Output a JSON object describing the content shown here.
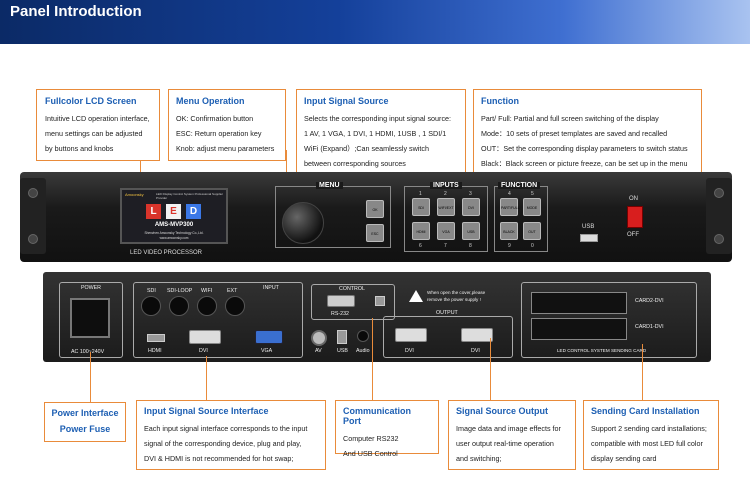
{
  "header": {
    "title": "Panel Introduction"
  },
  "callouts_top": [
    {
      "title": "Fullcolor LCD Screen",
      "lines": [
        "Intuitive LCD operation interface,",
        "menu settings can be adjusted",
        "by buttons and knobs"
      ]
    },
    {
      "title": "Menu Operation",
      "lines": [
        "OK: Confirmation button",
        "ESC: Return operation key",
        "Knob: adjust menu parameters"
      ]
    },
    {
      "title": "Input Signal Source",
      "lines": [
        "Selects the corresponding input signal source:",
        "1 AV, 1 VGA, 1 DVI, 1 HDMI, 1USB , 1 SDI/1",
        "WiFi (Expand）;Can seamlessly switch",
        "between corresponding sources"
      ]
    },
    {
      "title": "Function",
      "lines": [
        "Part/ Full: Partial and full screen switching of the display",
        "Mode：10 sets of preset templates are saved and recalled",
        "OUT：Set the corresponding display parameters to switch status",
        "Black：Black screen or picture freeze, can be set up in the menu"
      ]
    }
  ],
  "callouts_bottom": [
    {
      "lines": [
        "Power Interface",
        "Power Fuse"
      ]
    },
    {
      "title": "Input Signal Source Interface",
      "lines": [
        "Each input signal interface corresponds to the input",
        "signal of the corresponding device, plug and play,",
        "DVI & HDMI is not recommended for hot swap;"
      ]
    },
    {
      "title": "Communication Port",
      "lines": [
        "Computer RS232",
        "And USB Control"
      ]
    },
    {
      "title": "Signal Source Output",
      "lines": [
        "Image data and image effects for",
        "user output real-time operation",
        "and switching;"
      ]
    },
    {
      "title": "Sending Card Installation",
      "lines": [
        "Support 2 sending card installations;",
        "compatible with most LED full color",
        "display sending card"
      ]
    }
  ],
  "front_panel": {
    "lcd": {
      "brand": "Amoonsky",
      "subtitle": "LED Display Control System Professional Supplier Provider",
      "led_letters": [
        "L",
        "E",
        "D"
      ],
      "led_colors": [
        "#d9342b",
        "#f2f2f2",
        "#3b78e7"
      ],
      "model": "AMS-MVP300",
      "company": "Shenzhen Amoonsky Technology Co.,Ltd.",
      "website": "www.amoonsky.com"
    },
    "product_label": "LED VIDEO PROCESSOR",
    "menu_label": "MENU",
    "menu_buttons": [
      "OK",
      "ESC"
    ],
    "inputs_label": "INPUTS",
    "input_buttons": [
      {
        "num": "1",
        "label": "SDI"
      },
      {
        "num": "2",
        "label": "WIFI/EXT"
      },
      {
        "num": "3",
        "label": "DVI"
      },
      {
        "num": "6",
        "label": "HDMI"
      },
      {
        "num": "7",
        "label": "VGA"
      },
      {
        "num": "8",
        "label": "USB"
      }
    ],
    "function_label": "FUNCTION",
    "function_buttons": [
      {
        "num": "4",
        "label": "PART/FULL"
      },
      {
        "num": "5",
        "label": "MODE"
      },
      {
        "num": "9",
        "label": "BLACK"
      },
      {
        "num": "0",
        "label": "OUT"
      }
    ],
    "usb_label": "USB",
    "power_on": "ON",
    "power_off": "OFF"
  },
  "rear_panel": {
    "power_title": "POWER",
    "power_spec": "AC 100~240V",
    "input_title": "INPUT",
    "input_top_labels": [
      "SDI",
      "SDI-LOOP",
      "WIFI",
      "EXT"
    ],
    "input_bottom_labels": [
      "HDMI",
      "DVI",
      "VGA",
      "AV",
      "USB",
      "Audio"
    ],
    "control_title": "CONTROL",
    "rs232_label": "RS-232",
    "warning_text_1": "When open the cover,please",
    "warning_text_2": "remove the power supply !",
    "output_title": "OUTPUT",
    "output_labels": [
      "DVI",
      "DVI"
    ],
    "card_labels": [
      "CARD2-DVI",
      "CARD1-DVI"
    ],
    "sending_card_title": "LED CONTROL SYSTEM SENDING CARD"
  }
}
